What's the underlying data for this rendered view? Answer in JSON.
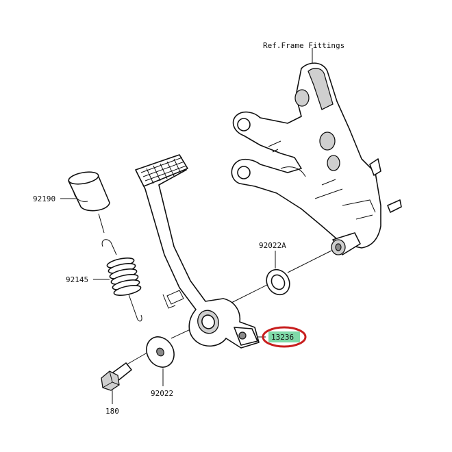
{
  "labels": {
    "ref_frame": "Ref.Frame Fittings",
    "p92190": "92190",
    "p92145": "92145",
    "p92022A": "92022A",
    "p13236": "13236",
    "p92022": "92022",
    "p180": "180"
  },
  "colors": {
    "highlight_fill": "#7fd9a8",
    "highlight_ring": "#c81e1e",
    "ink": "#111111"
  }
}
